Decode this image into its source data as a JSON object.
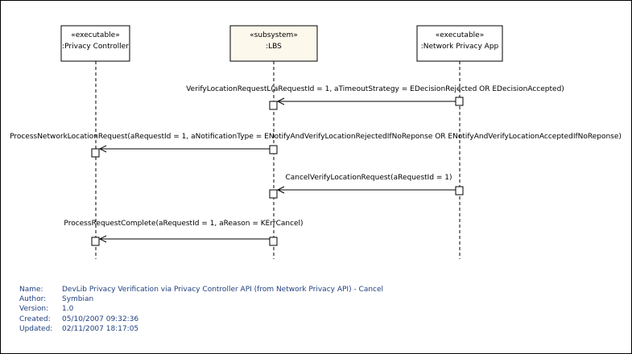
{
  "lifelines": [
    {
      "id": "pc",
      "stereotype": "«executable»",
      "name": ":Privacy Controller",
      "fill": "#ffffff"
    },
    {
      "id": "lbs",
      "stereotype": "«subsystem»",
      "name": ":LBS",
      "fill": "#fcf8ec"
    },
    {
      "id": "npa",
      "stereotype": "«executable»",
      "name": ":Network Privacy App",
      "fill": "#ffffff"
    }
  ],
  "messages": [
    {
      "from": "npa",
      "to": "lbs",
      "label": "VerifyLocationRequestL(aRequestId = 1, aTimeoutStrategy = EDecisionRejected  OR  EDecisionAccepted)"
    },
    {
      "from": "lbs",
      "to": "pc",
      "label": "ProcessNetworkLocationRequest(aRequestId = 1, aNotificationType = ENotifyAndVerifyLocationRejectedIfNoReponse  OR  ENotifyAndVerifyLocationAcceptedIfNoReponse)"
    },
    {
      "from": "npa",
      "to": "lbs",
      "label": "CancelVerifyLocationRequest(aRequestId = 1)"
    },
    {
      "from": "lbs",
      "to": "pc",
      "label": "ProcessRequestComplete(aRequestId = 1, aReason = KErrCancel)"
    }
  ],
  "meta": [
    {
      "key": "Name:",
      "value": "DevLib Privacy Verification via Privacy Controller API (from Network Privacy API) - Cancel"
    },
    {
      "key": "Author:",
      "value": "Symbian"
    },
    {
      "key": "Version:",
      "value": "1.0"
    },
    {
      "key": "Created:",
      "value": "05/10/2007 09:32:36"
    },
    {
      "key": "Updated:",
      "value": "02/11/2007 18:17:05"
    }
  ]
}
